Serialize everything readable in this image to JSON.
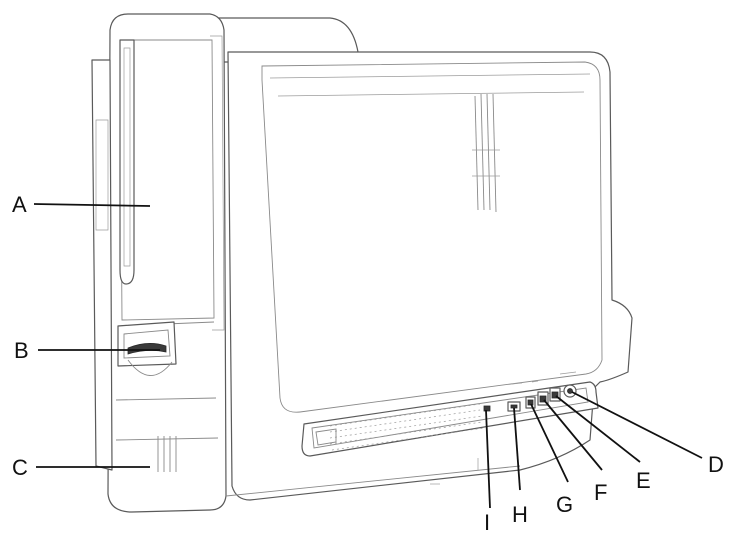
{
  "figure": {
    "callouts": [
      {
        "key": "a",
        "letter": "A"
      },
      {
        "key": "b",
        "letter": "B"
      },
      {
        "key": "c",
        "letter": "C"
      },
      {
        "key": "d",
        "letter": "D"
      },
      {
        "key": "e",
        "letter": "E"
      },
      {
        "key": "f",
        "letter": "F"
      },
      {
        "key": "g",
        "letter": "G"
      },
      {
        "key": "h",
        "letter": "H"
      },
      {
        "key": "i",
        "letter": "I"
      }
    ],
    "colors": {
      "line_art": "#5a5a5a",
      "leader": "#111111",
      "background": "#ffffff"
    }
  }
}
